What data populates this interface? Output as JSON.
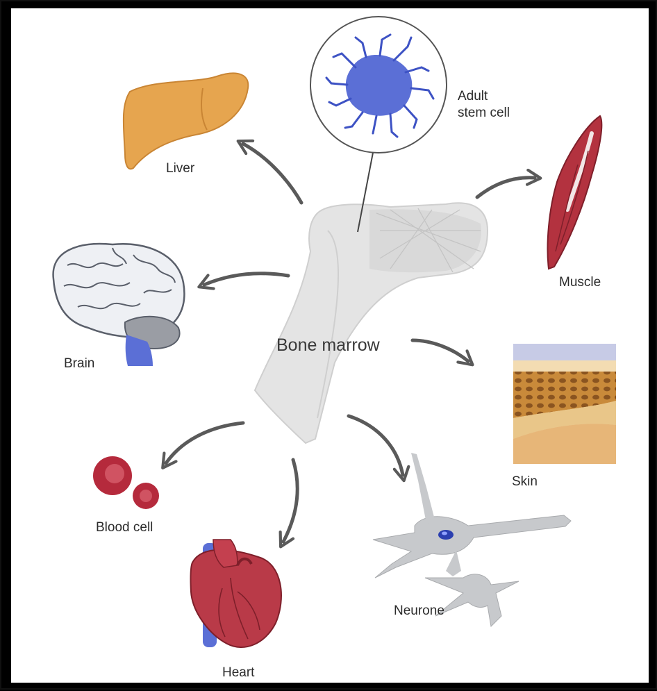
{
  "diagram": {
    "center_label": "Bone marrow",
    "stem_cell_label_line1": "Adult",
    "stem_cell_label_line2": "stem cell",
    "targets": {
      "liver": "Liver",
      "brain": "Brain",
      "muscle": "Muscle",
      "skin": "Skin",
      "blood_cell": "Blood cell",
      "heart": "Heart",
      "neurone": "Neurone"
    }
  },
  "colors": {
    "background_frame": "#000000",
    "panel": "#ffffff",
    "arrow": "#5a5a5a",
    "bone": "#e4e4e4",
    "stem_cell": "#5b6fd6",
    "liver": "#e6a54f",
    "brain": "#eef0f4",
    "muscle": "#b3323f",
    "skin": "#e8b870",
    "blood_cell": "#b52a3c",
    "heart": "#b93a48",
    "neurone": "#c7c9cc"
  }
}
